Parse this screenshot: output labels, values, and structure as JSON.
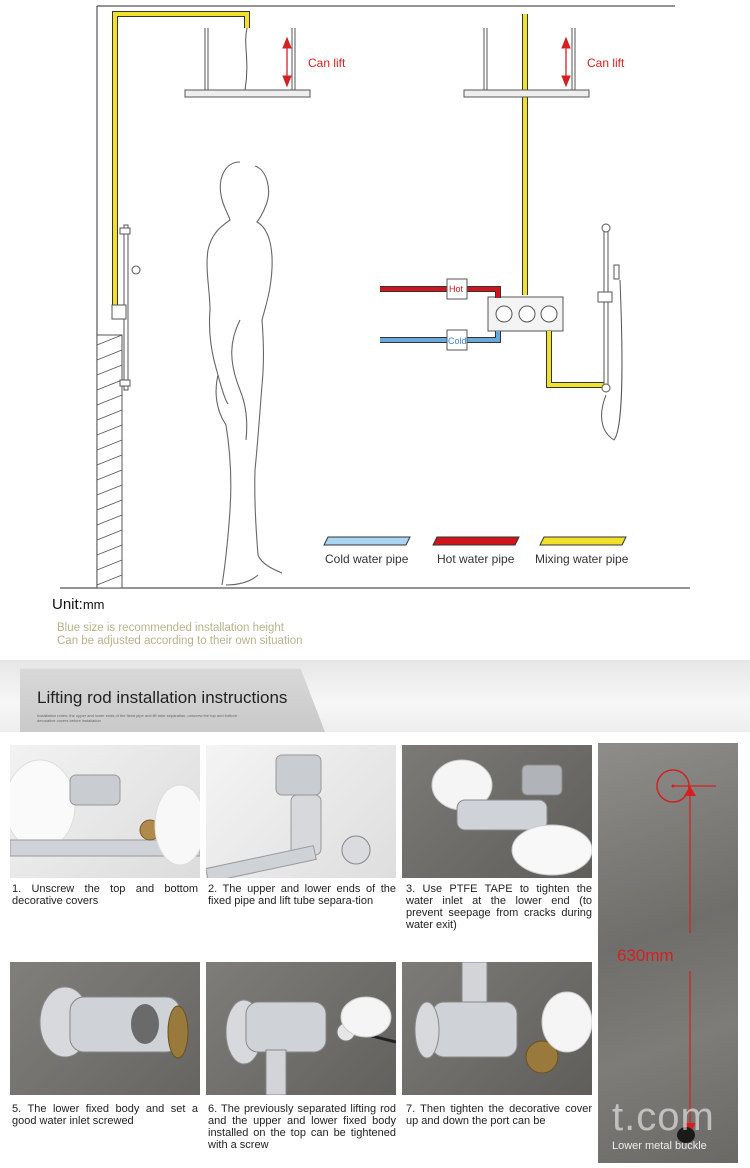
{
  "diagram": {
    "can_lift_left": "Can lift",
    "can_lift_right": "Can lift",
    "hot_tag": "Hot",
    "cold_tag": "Cold",
    "legend": {
      "cold": "Cold water pipe",
      "hot": "Hot water pipe",
      "mixing": "Mixing water pipe"
    },
    "colors": {
      "cold": "#69a9d8",
      "hot": "#d0141c",
      "mixing": "#f1e12a"
    },
    "unit_prefix": "Unit:",
    "unit_value": "mm",
    "note_line1": "Blue size is recommended installation height",
    "note_line2": "Can be adjusted according to their own situation"
  },
  "banner": {
    "title": "Lifting rod installation instructions",
    "subtitle": "Installation notes: the upper and lower ends of the fixed pipe and lift tube separation, unscrew the top and bottom decorative covers before installation"
  },
  "steps": [
    {
      "caption": "1. Unscrew the top and bottom decorative covers"
    },
    {
      "caption": "2. The upper and lower ends of the fixed pipe and lift tube separa-tion"
    },
    {
      "caption": "3. Use PTFE TAPE to tighten the water inlet at the lower end (to prevent seepage from cracks during water exit)"
    },
    {
      "caption": "5. The lower fixed body and set a good water inlet screwed"
    },
    {
      "caption": "6. The previously separated lifting rod and the upper and lower fixed body installed on the top can be tightened with a screw"
    },
    {
      "caption": "7. Then tighten the decorative cover up and down the port can be"
    }
  ],
  "measure": {
    "length": "630mm",
    "bottom_label": "Lower metal buckle",
    "accent": "#d42020"
  },
  "watermark": "t.com"
}
